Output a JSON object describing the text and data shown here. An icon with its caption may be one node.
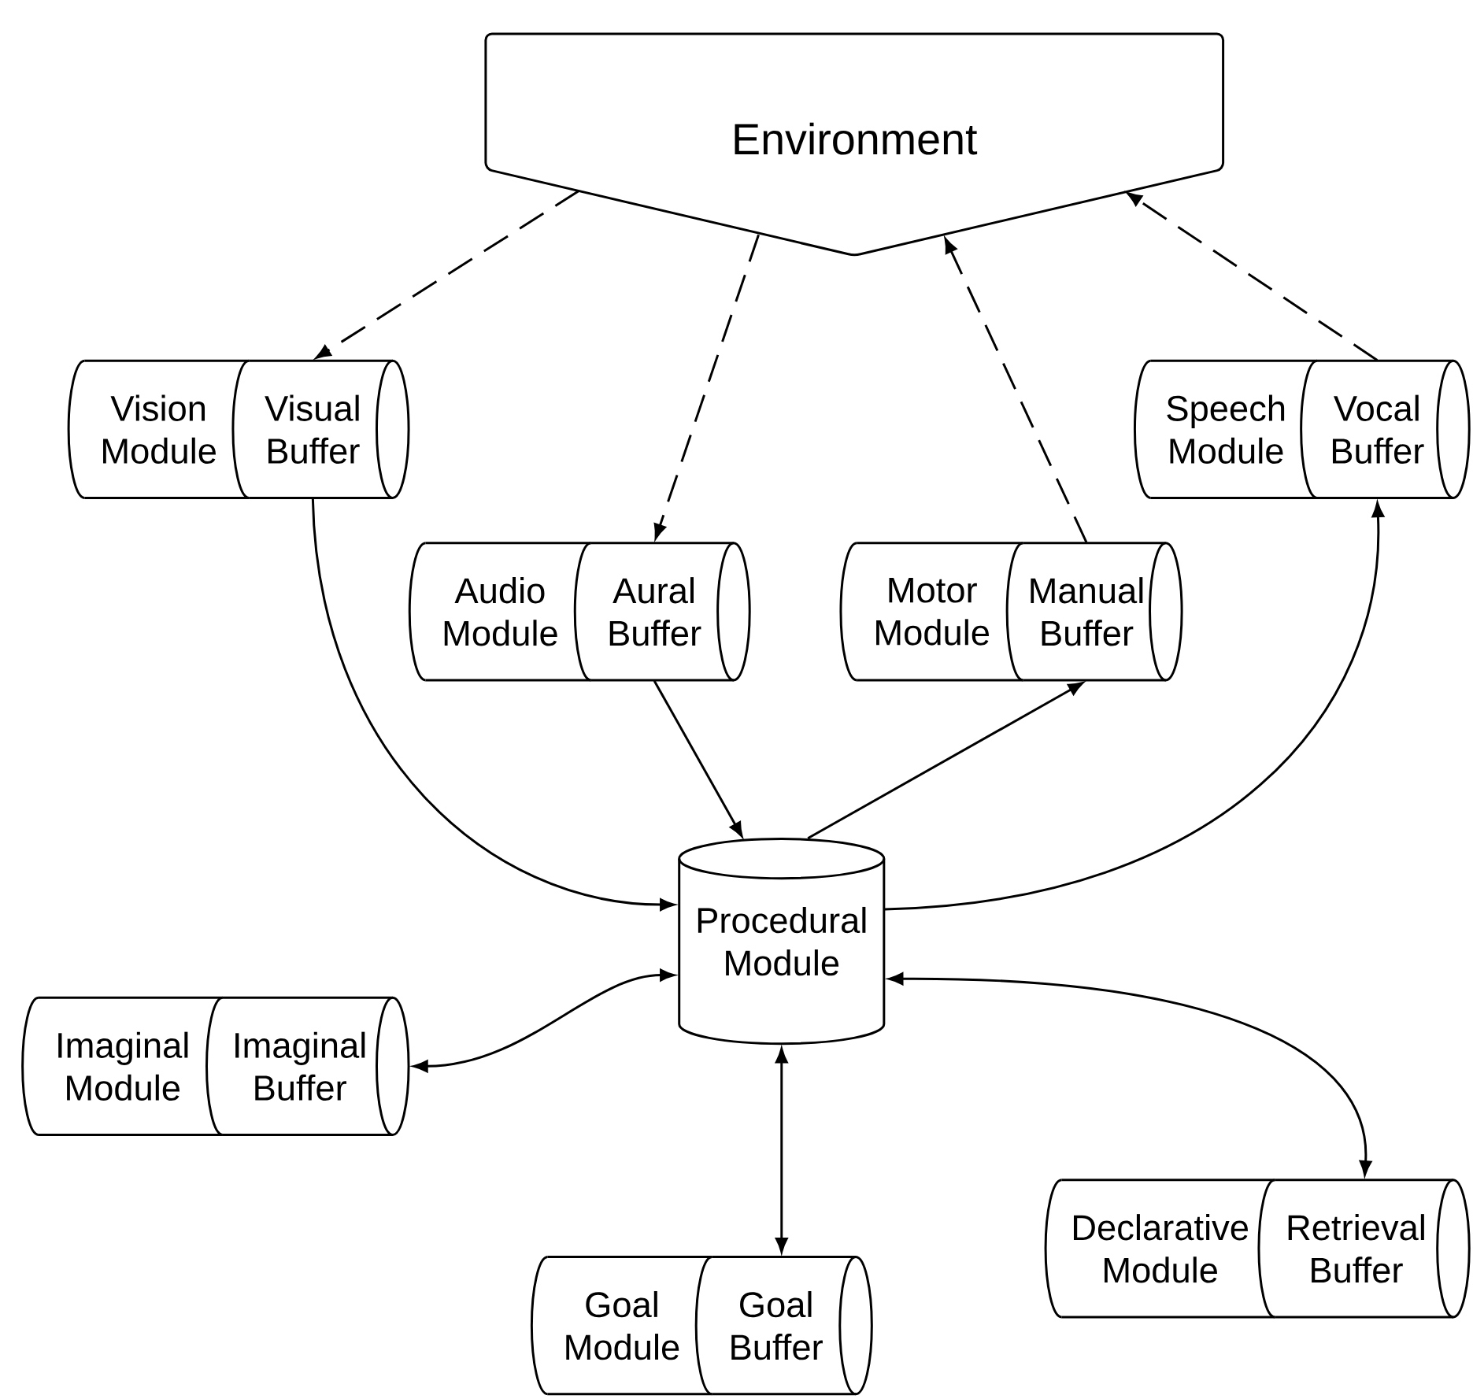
{
  "diagram": {
    "nodes": [
      {
        "text": [
          "Environment"
        ]
      },
      {
        "text": [
          "Vision Module"
        ]
      },
      {
        "text": [
          "Visual Buffer"
        ]
      },
      {
        "text": [
          "Audio Module"
        ]
      },
      {
        "text": [
          "Aural Buffer"
        ]
      },
      {
        "text": [
          "Motor Module"
        ]
      },
      {
        "text": [
          "Manual Buffer"
        ]
      },
      {
        "text": [
          "Speech Module"
        ]
      },
      {
        "text": [
          "Vocal Buffer"
        ]
      },
      {
        "text": [
          "Procedural Module"
        ]
      },
      {
        "text": [
          "Imaginal Module"
        ]
      },
      {
        "text": [
          "Imaginal Buffer"
        ]
      },
      {
        "text": [
          "Declarative Module"
        ]
      },
      {
        "text": [
          "Retrieval Buffer"
        ]
      },
      {
        "text": [
          "Goal Module"
        ]
      },
      {
        "text": [
          "Goal Buffer"
        ]
      }
    ],
    "edges": [
      {
        "from": 0,
        "to": 2,
        "arrow": "to",
        "style": "dashed"
      },
      {
        "from": 0,
        "to": 4,
        "arrow": "to",
        "style": "dashed"
      },
      {
        "from": 6,
        "to": 0,
        "arrow": "to",
        "style": "dashed"
      },
      {
        "from": 8,
        "to": 0,
        "arrow": "to",
        "style": "dashed"
      },
      {
        "from": 2,
        "to": 9,
        "arrow": "to"
      },
      {
        "from": 4,
        "to": 9,
        "arrow": "to"
      },
      {
        "from": 9,
        "to": 6,
        "arrow": "to"
      },
      {
        "from": 9,
        "to": 8,
        "arrow": "to"
      },
      {
        "from": 9,
        "to": 11,
        "arrow": "both"
      },
      {
        "from": 9,
        "to": 13,
        "arrow": "both"
      },
      {
        "from": 9,
        "to": 15,
        "arrow": "both"
      }
    ]
  }
}
